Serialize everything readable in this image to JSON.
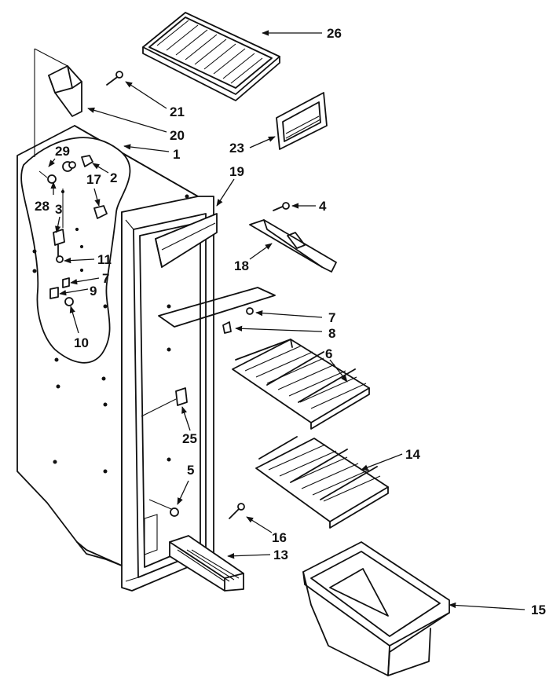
{
  "diagram": {
    "callouts": {
      "c1": "1",
      "c2": "2",
      "c3": "3",
      "c4": "4",
      "c5": "5",
      "c6": "6",
      "c7a": "7",
      "c7b": "7",
      "c8": "8",
      "c9": "9",
      "c10": "10",
      "c11": "11",
      "c13": "13",
      "c14": "14",
      "c15": "15",
      "c16": "16",
      "c17": "17",
      "c18": "18",
      "c19": "19",
      "c20": "20",
      "c21": "21",
      "c23": "23",
      "c25": "25",
      "c26": "26",
      "c28": "28",
      "c29": "29"
    }
  }
}
